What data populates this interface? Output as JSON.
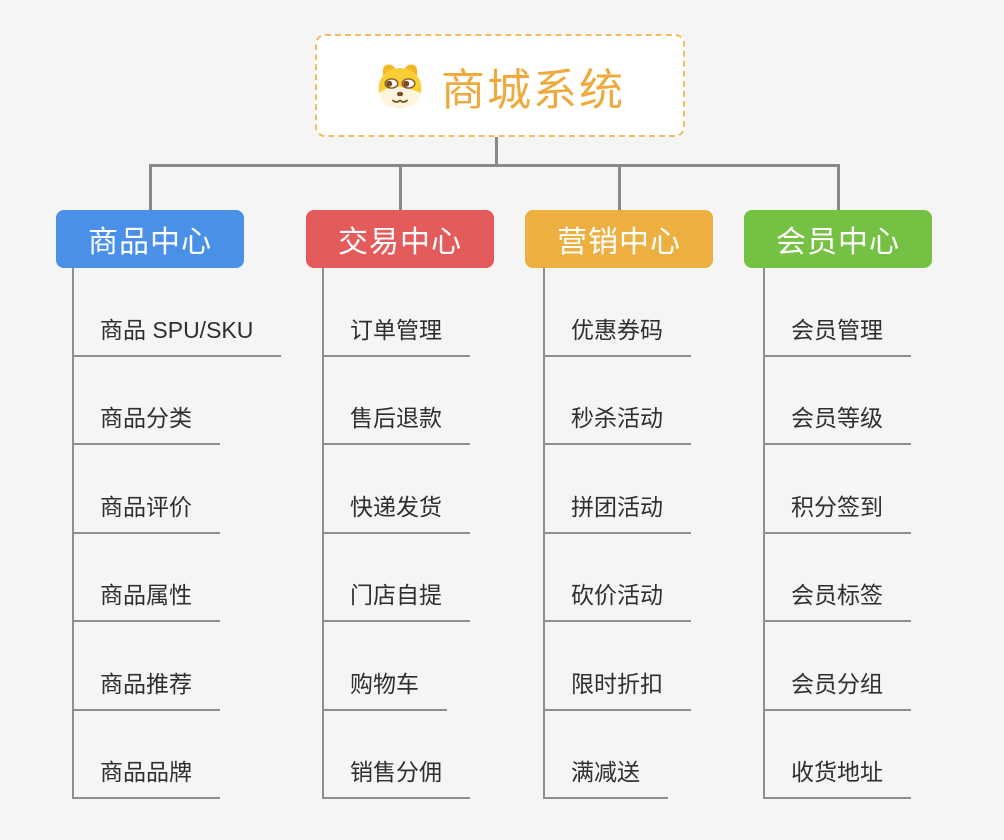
{
  "root": {
    "title": "商城系统",
    "icon": "dog-face-icon"
  },
  "branches": [
    {
      "label": "商品中心",
      "color": "#4A90E8",
      "items": [
        "商品 SPU/SKU",
        "商品分类",
        "商品评价",
        "商品属性",
        "商品推荐",
        "商品品牌"
      ]
    },
    {
      "label": "交易中心",
      "color": "#E45B5C",
      "items": [
        "订单管理",
        "售后退款",
        "快递发货",
        "门店自提",
        "购物车",
        "销售分佣"
      ]
    },
    {
      "label": "营销中心",
      "color": "#EEAF41",
      "items": [
        "优惠券码",
        "秒杀活动",
        "拼团活动",
        "砍价活动",
        "限时折扣",
        "满减送"
      ]
    },
    {
      "label": "会员中心",
      "color": "#75C143",
      "items": [
        "会员管理",
        "会员等级",
        "积分签到",
        "会员标签",
        "会员分组",
        "收货地址"
      ]
    }
  ],
  "colors": {
    "background": "#F5F5F5",
    "connector": "#898989",
    "underline": "#8F8F8F",
    "root_accent": "#EFAA3E",
    "root_border": "#F3BC5E",
    "item_text": "#2F2F2F",
    "branch_text": "#FFFFFF"
  }
}
